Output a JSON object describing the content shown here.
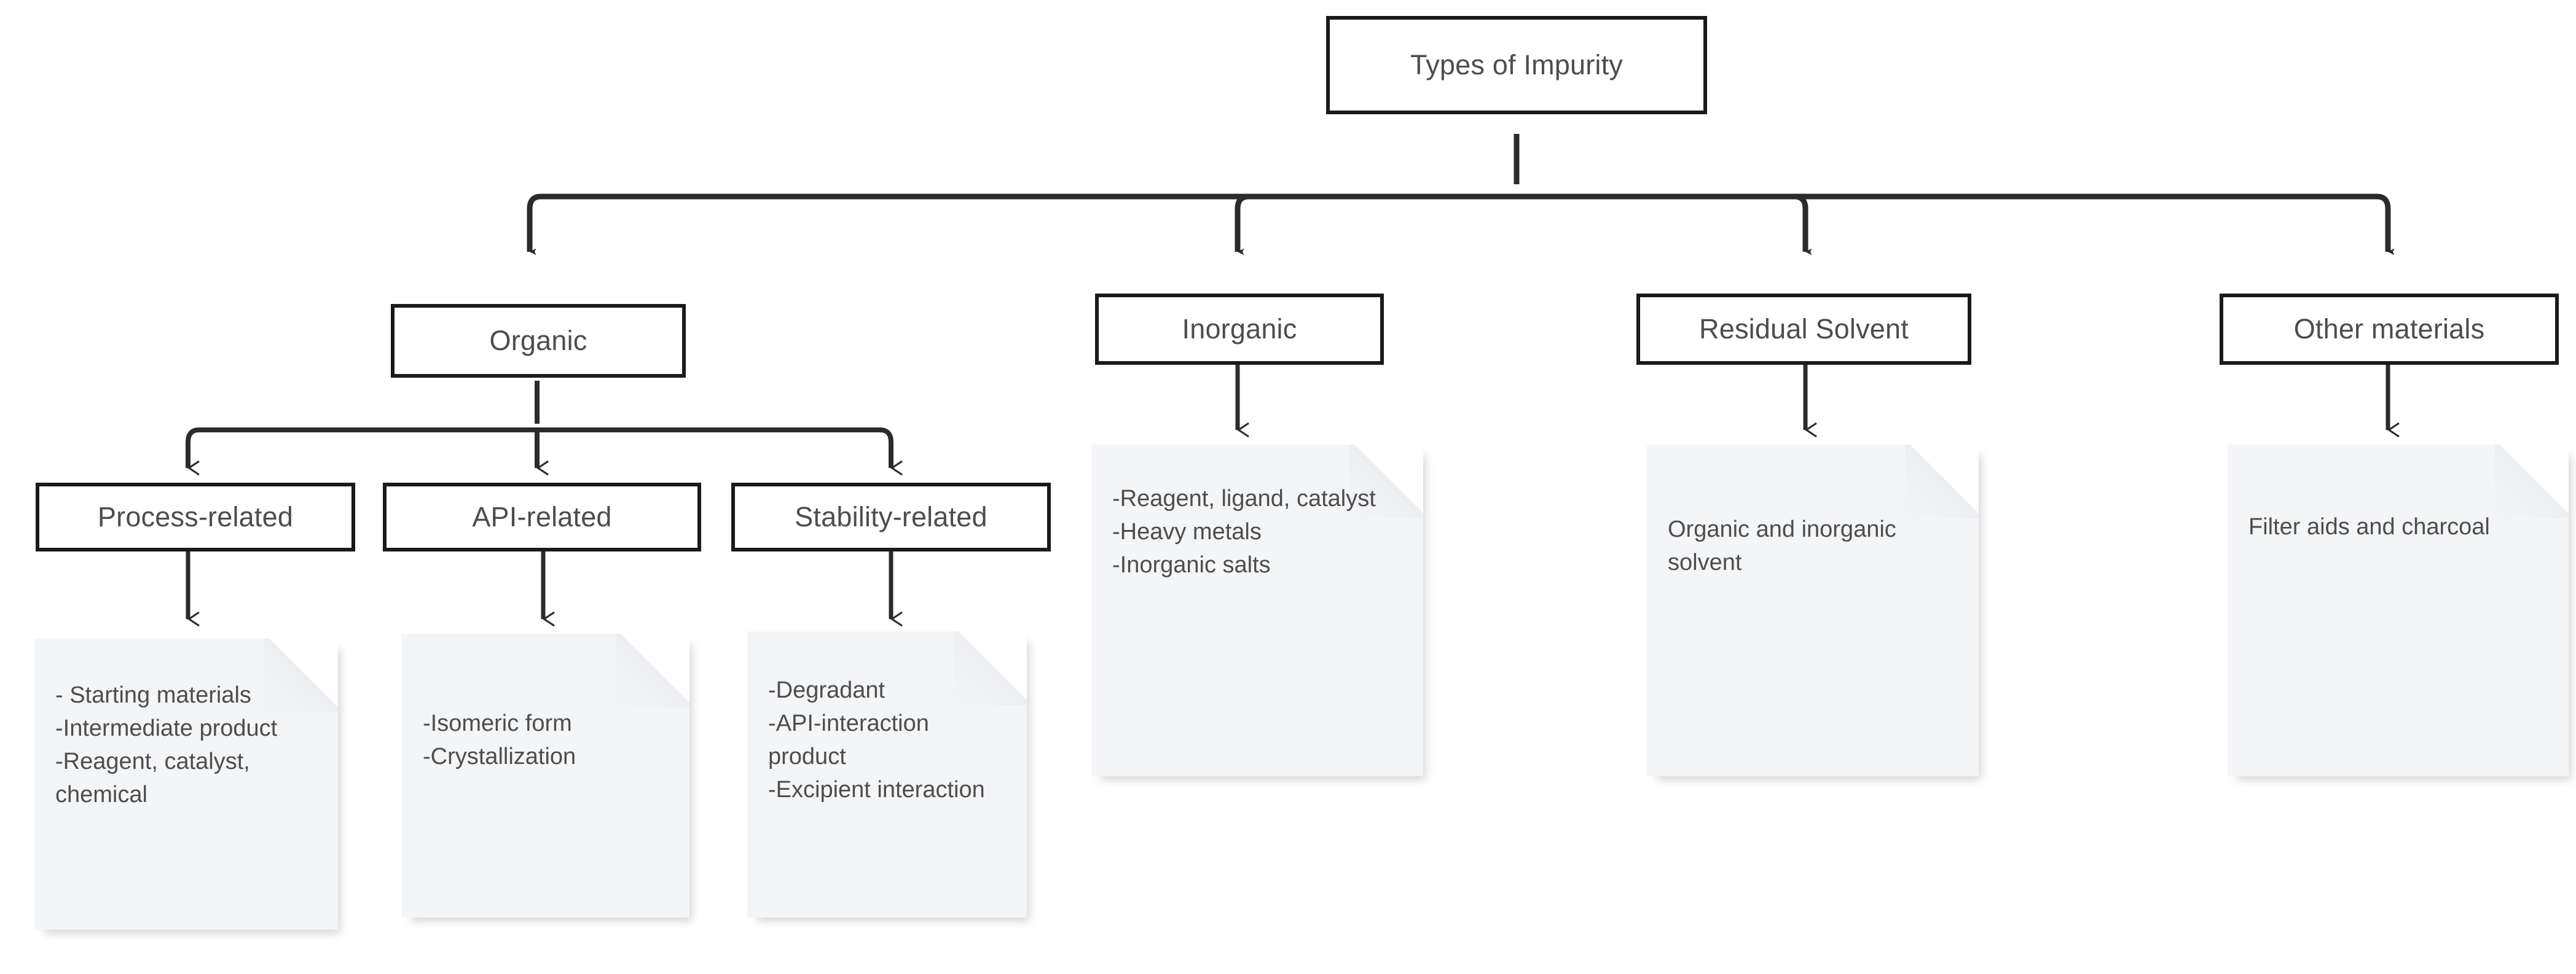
{
  "diagram": {
    "title": "Types of Impurity",
    "type": "hierarchy-flowchart",
    "colors": {
      "node_border": "#1a1a1a",
      "node_fill": "#ffffff",
      "node_text": "#4d4d4d",
      "note_fill": "#f4f5f7",
      "note_text": "#4d4d4d",
      "connector": "#2b2b2b",
      "background": "#ffffff"
    },
    "root": {
      "label": "Types of Impurity"
    },
    "level2": [
      {
        "label": "Organic"
      },
      {
        "label": "Inorganic"
      },
      {
        "label": "Residual Solvent"
      },
      {
        "label": "Other materials"
      }
    ],
    "level3": [
      {
        "label": "Process-related"
      },
      {
        "label": "API-related"
      },
      {
        "label": "Stability-related"
      }
    ],
    "notes": [
      {
        "name": "process-related-note",
        "parent": "Process-related",
        "lines": [
          "- Starting materials",
          "-Intermediate product",
          "-Reagent, catalyst, chemical"
        ],
        "text": "- Starting materials\n-Intermediate product\n-Reagent, catalyst, chemical"
      },
      {
        "name": "api-related-note",
        "parent": "API-related",
        "lines": [
          "-Isomeric form",
          "-Crystallization"
        ],
        "text": "-Isomeric form\n-Crystallization"
      },
      {
        "name": "stability-related-note",
        "parent": "Stability-related",
        "lines": [
          "-Degradant",
          "-API-interaction product",
          "-Excipient interaction"
        ],
        "text": "-Degradant\n-API-interaction product\n-Excipient interaction"
      },
      {
        "name": "inorganic-note",
        "parent": "Inorganic",
        "lines": [
          "-Reagent, ligand, catalyst",
          "-Heavy metals",
          "-Inorganic salts"
        ],
        "text": "-Reagent, ligand, catalyst\n-Heavy metals\n-Inorganic salts"
      },
      {
        "name": "residual-solvent-note",
        "parent": "Residual Solvent",
        "lines": [
          "Organic and inorganic solvent"
        ],
        "text": "Organic and inorganic solvent"
      },
      {
        "name": "other-materials-note",
        "parent": "Other materials",
        "lines": [
          "Filter aids and charcoal"
        ],
        "text": "Filter aids and charcoal"
      }
    ]
  }
}
